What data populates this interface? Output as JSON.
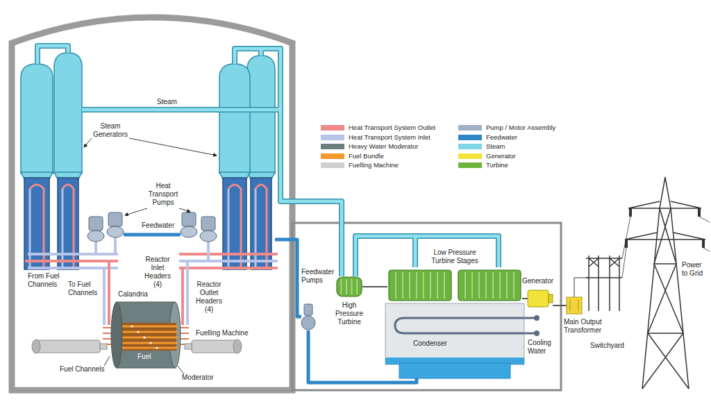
{
  "diagram": {
    "nodes": [
      {
        "text": [
          "Calandria",
          "Fuel"
        ]
      },
      {
        "text": [
          "Feedwater Pumps"
        ]
      },
      {
        "text": [
          "High Pressure Turbine"
        ]
      },
      {
        "text": [
          "Low Pressure Turbine Stages"
        ]
      },
      {
        "text": [
          "Condenser"
        ]
      },
      {
        "text": [
          "Generator"
        ]
      },
      {
        "text": [
          "Main Output Transformer"
        ]
      }
    ],
    "edges": [
      {
        "from": 2,
        "to": 3,
        "arrow": "none"
      },
      {
        "from": 3,
        "to": 5,
        "arrow": "none"
      },
      {
        "from": 5,
        "to": 6,
        "arrow": "none"
      },
      {
        "from": 4,
        "to": 1,
        "arrow": "none"
      }
    ],
    "labels": [
      "Steam",
      "Steam Generators",
      "Heat Transport Pumps",
      "Feedwater",
      "From Fuel Channels",
      "To Fuel Channels",
      "Reactor Inlet Headers (4)",
      "Reactor Outlet Headers (4)",
      "Fuelling Machine",
      "Fuel Channels",
      "Moderator",
      "Cooling Water",
      "Switchyard",
      "Power to Grid"
    ],
    "legend": [
      {
        "text": "Heat Transport System Outlet",
        "color": "#f08a8a"
      },
      {
        "text": "Heat Transport System Inlet",
        "color": "#b7c4e8"
      },
      {
        "text": "Heavy Water Moderator",
        "color": "#6e7f7f"
      },
      {
        "text": "Fuel Bundle",
        "color": "#f39a2e"
      },
      {
        "text": "Fuelling Machine",
        "color": "#cfcfcf"
      },
      {
        "text": "Pump / Motor Assembly",
        "color": "#9fb0c4"
      },
      {
        "text": "Feedwater",
        "color": "#2f86c6"
      },
      {
        "text": "Steam",
        "color": "#7fd6e6"
      },
      {
        "text": "Generator",
        "color": "#f2e33a"
      },
      {
        "text": "Turbine",
        "color": "#6db33f"
      }
    ]
  }
}
